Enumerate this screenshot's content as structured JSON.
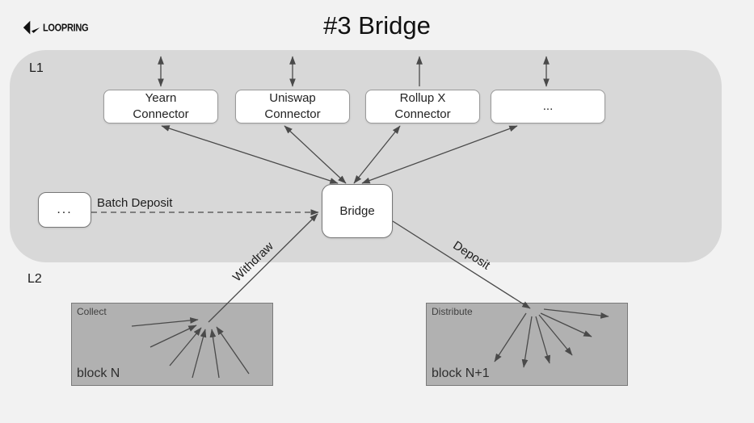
{
  "logo": {
    "text": "LOOPRING"
  },
  "title": "#3 Bridge",
  "l1": {
    "label": "L1",
    "connectors": [
      {
        "label": "Yearn\nConnector"
      },
      {
        "label": "Uniswap\nConnector"
      },
      {
        "label": "Rollup X\nConnector"
      },
      {
        "label": "..."
      }
    ],
    "bridge_label": "Bridge",
    "dots_box_label": "...",
    "batch_deposit_label": "Batch Deposit"
  },
  "l2": {
    "label": "L2",
    "withdraw_label": "Withdraw",
    "deposit_label": "Deposit",
    "collect_box": {
      "title": "Collect",
      "block": "block N"
    },
    "distribute_box": {
      "title": "Distribute",
      "block": "block N+1"
    }
  },
  "colors": {
    "background": "#f2f2f2",
    "l1_container": "#d8d8d8",
    "l2_box_fill": "#b1b1b1",
    "l2_box_border": "#7a7a7a",
    "node_fill": "#ffffff",
    "node_border": "#9a9a9a",
    "arrow": "#4a4a4a",
    "text": "#1c1c1c"
  }
}
